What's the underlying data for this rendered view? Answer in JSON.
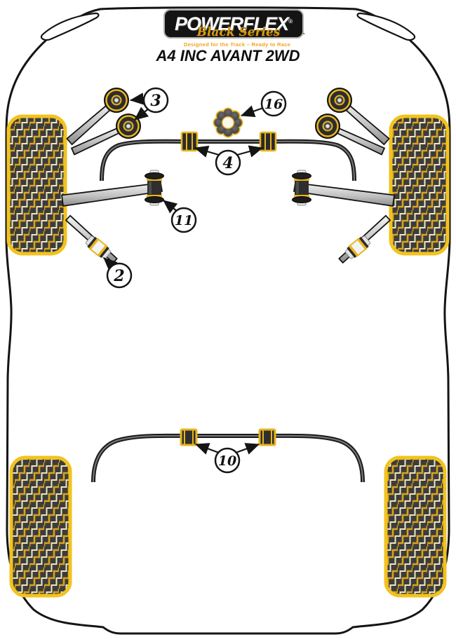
{
  "header": {
    "brand": "POWERFLEX",
    "brand_reg": "®",
    "series": "Black Series",
    "tagline": "Designed for the Track – Ready to Race",
    "title": "A4 INC AVANT 2WD"
  },
  "callouts": [
    {
      "number": "3"
    },
    {
      "number": "16"
    },
    {
      "number": "4"
    },
    {
      "number": "11"
    },
    {
      "number": "2"
    },
    {
      "number": "10"
    }
  ],
  "colors": {
    "gold": "#e8b51d",
    "tread_light": "#efe6bd",
    "tire_dark": "#3c3c3c",
    "bushing_dark": "#2b2b2b",
    "outline_black": "#141414",
    "tagline_orange": "#f0a41c",
    "series_gold": "#d89a12"
  }
}
